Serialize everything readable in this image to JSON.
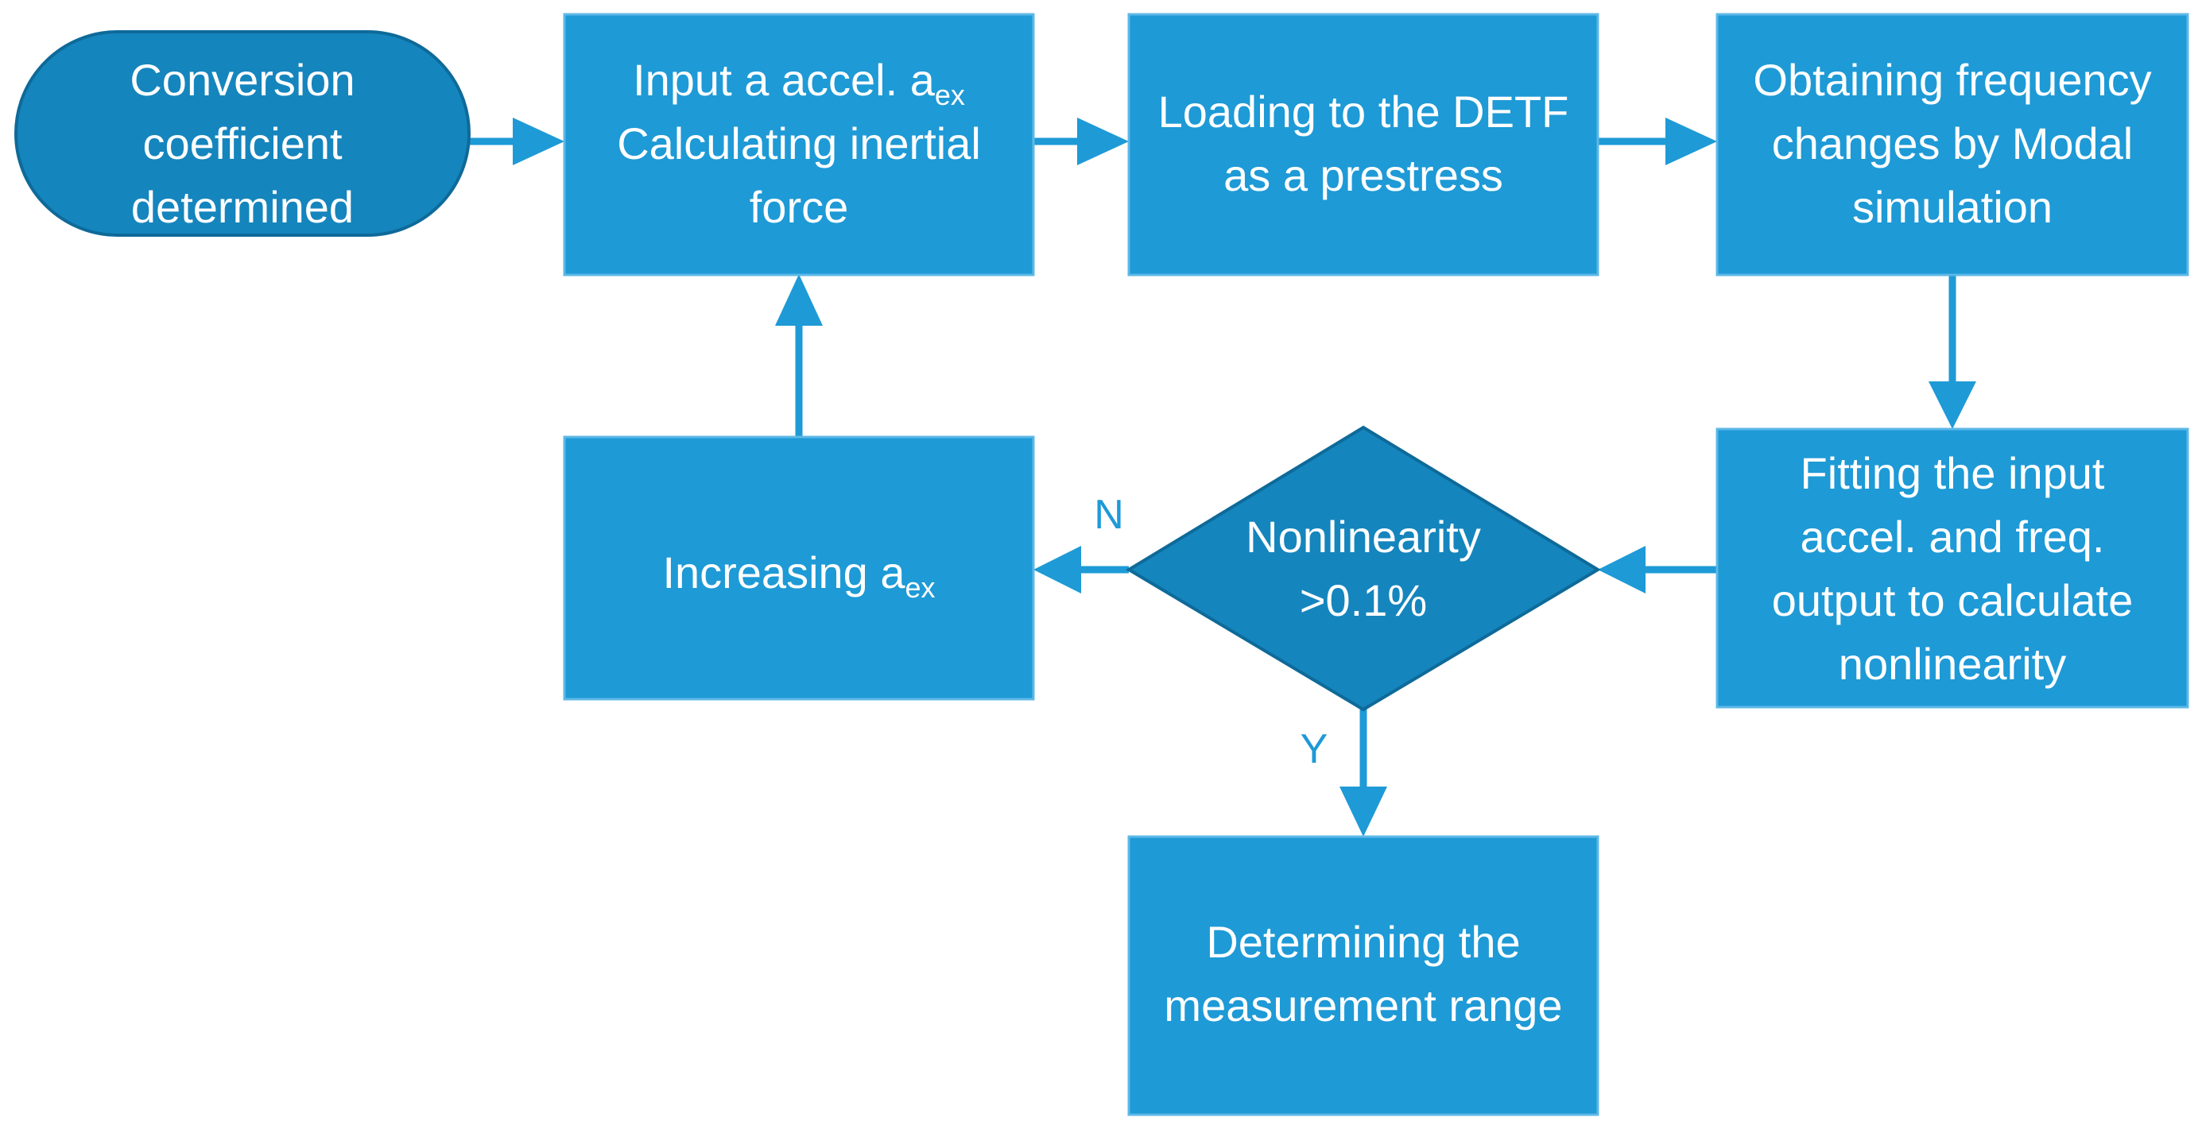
{
  "colors": {
    "box_fill": "#1e9ad6",
    "terminal_fill": "#1585bd",
    "decision_fill": "#1585bd",
    "arrow": "#1e9ad6",
    "text": "#ffffff"
  },
  "nodes": {
    "start": {
      "lines": [
        "Conversion",
        "coefficient",
        "determined"
      ]
    },
    "input_accel": {
      "line1_main": "Input a accel. a",
      "line1_sub": "ex",
      "line2": "Calculating inertial",
      "line3": "force"
    },
    "loading": {
      "lines": [
        "Loading to the DETF",
        "as a prestress"
      ]
    },
    "obtaining": {
      "lines": [
        "Obtaining frequency",
        "changes by Modal",
        "simulation"
      ]
    },
    "fitting": {
      "lines": [
        "Fitting the input",
        "accel. and freq.",
        "output to calculate",
        "nonlinearity"
      ]
    },
    "decision": {
      "lines": [
        "Nonlinearity",
        ">0.1%"
      ]
    },
    "increasing": {
      "main": "Increasing a",
      "sub": "ex"
    },
    "determining": {
      "lines": [
        "Determining the",
        "measurement range"
      ]
    }
  },
  "edge_labels": {
    "no": "N",
    "yes": "Y"
  }
}
